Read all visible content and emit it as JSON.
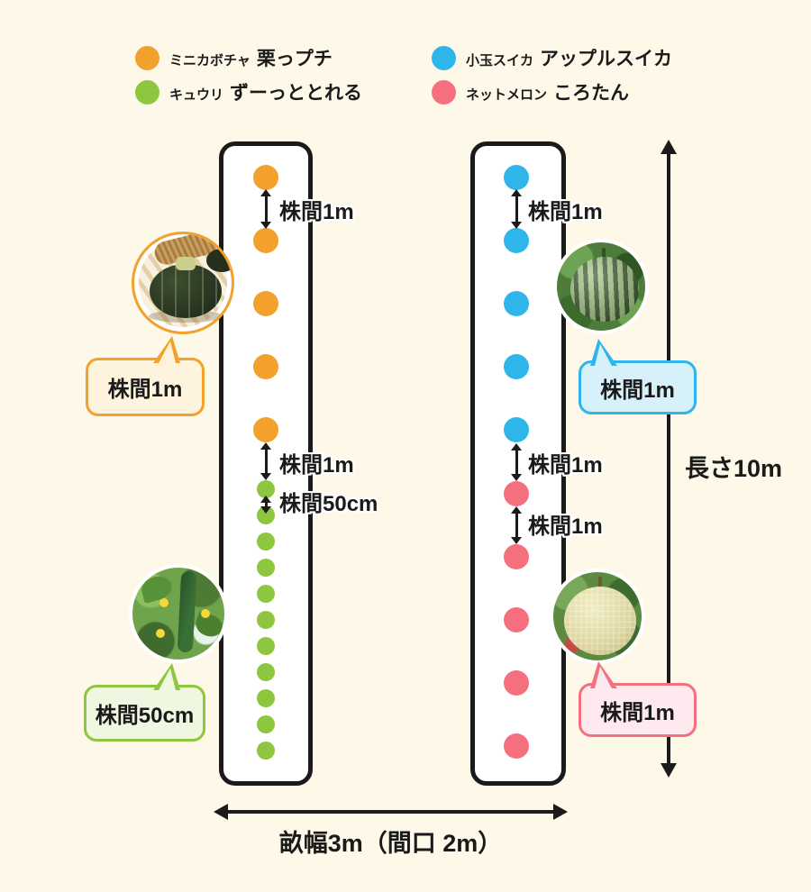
{
  "colors": {
    "background": "#FDF8E7",
    "ink": "#1A1A1A",
    "bed_fill": "#FFFFFF"
  },
  "legend": {
    "items": [
      {
        "id": "pumpkin",
        "color": "#F2A12C",
        "species": "ミニカボチャ",
        "variety": "栗っプチ"
      },
      {
        "id": "cucumber",
        "color": "#8DC63F",
        "species": "キュウリ",
        "variety": "ずーっととれる"
      },
      {
        "id": "watermelon",
        "color": "#2EB6EA",
        "species": "小玉スイカ",
        "variety": "アップルスイカ"
      },
      {
        "id": "melon",
        "color": "#F5707F",
        "species": "ネットメロン",
        "variety": "ころたん"
      }
    ]
  },
  "beds": [
    {
      "side": "left",
      "rows": [
        {
          "crop": "pumpkin",
          "plant_count": 5
        },
        {
          "crop": "cucumber",
          "plant_count": 11
        }
      ]
    },
    {
      "side": "right",
      "rows": [
        {
          "crop": "watermelon",
          "plant_count": 5
        },
        {
          "crop": "melon",
          "plant_count": 5
        }
      ]
    }
  ],
  "spacing_notes": [
    {
      "bed": "left",
      "between": "pumpkin-pumpkin",
      "text": "株間1m"
    },
    {
      "bed": "left",
      "between": "pumpkin-cucumber",
      "text": "株間1m"
    },
    {
      "bed": "left",
      "between": "cucumber-cucumber",
      "text": "株間50cm"
    },
    {
      "bed": "right",
      "between": "watermelon-watermelon",
      "text": "株間1m"
    },
    {
      "bed": "right",
      "between": "watermelon-melon",
      "text": "株間1m"
    },
    {
      "bed": "right",
      "between": "melon-melon",
      "text": "株間1m"
    }
  ],
  "callouts": [
    {
      "id": "pumpkin",
      "text": "株間1m",
      "fill": "#FEF3DD",
      "border": "#F2A12C"
    },
    {
      "id": "cucumber",
      "text": "株間50cm",
      "fill": "#EFF7E1",
      "border": "#8DC63F"
    },
    {
      "id": "watermelon",
      "text": "株間1m",
      "fill": "#D7F1FB",
      "border": "#2EB6EA"
    },
    {
      "id": "melon",
      "text": "株間1m",
      "fill": "#FDE9EE",
      "border": "#F5707F"
    }
  ],
  "dimensions": {
    "length_label": "長さ10m",
    "width_label": "畝幅3m（間口 2m）"
  }
}
